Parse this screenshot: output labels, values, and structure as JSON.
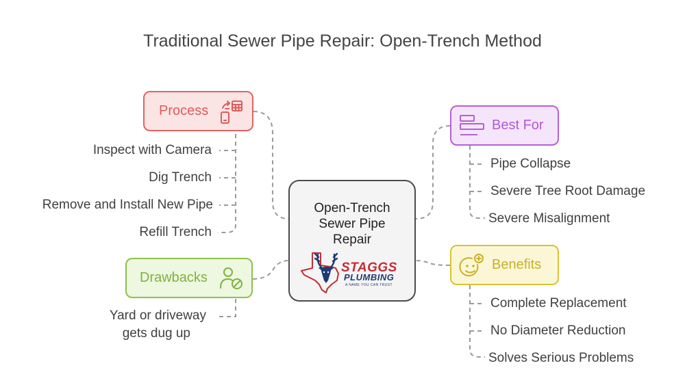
{
  "title": "Traditional Sewer Pipe Repair: Open-Trench Method",
  "center": {
    "line1": "Open-Trench",
    "line2": "Sewer Pipe",
    "line3": "Repair",
    "logo": {
      "name": "STAGGS",
      "sub": "PLUMBING",
      "tagline": "A NAME YOU CAN TRUST"
    }
  },
  "process": {
    "label": "Process",
    "icon": "calculator-phone-icon",
    "color": "#e06363",
    "items": [
      "Inspect with Camera",
      "Dig Trench",
      "Remove and Install New Pipe",
      "Refill Trench"
    ]
  },
  "drawbacks": {
    "label": "Drawbacks",
    "icon": "user-blocked-icon",
    "color": "#8cc34a",
    "items": [
      "Yard or driveway",
      "gets dug up"
    ]
  },
  "best_for": {
    "label": "Best For",
    "icon": "align-bars-icon",
    "color": "#b65fd6",
    "items": [
      "Pipe Collapse",
      "Severe Tree Root Damage",
      "Severe Misalignment"
    ]
  },
  "benefits": {
    "label": "Benefits",
    "icon": "smile-plus-icon",
    "color": "#d9c234",
    "items": [
      "Complete Replacement",
      "No Diameter Reduction",
      "Solves Serious Problems"
    ]
  }
}
